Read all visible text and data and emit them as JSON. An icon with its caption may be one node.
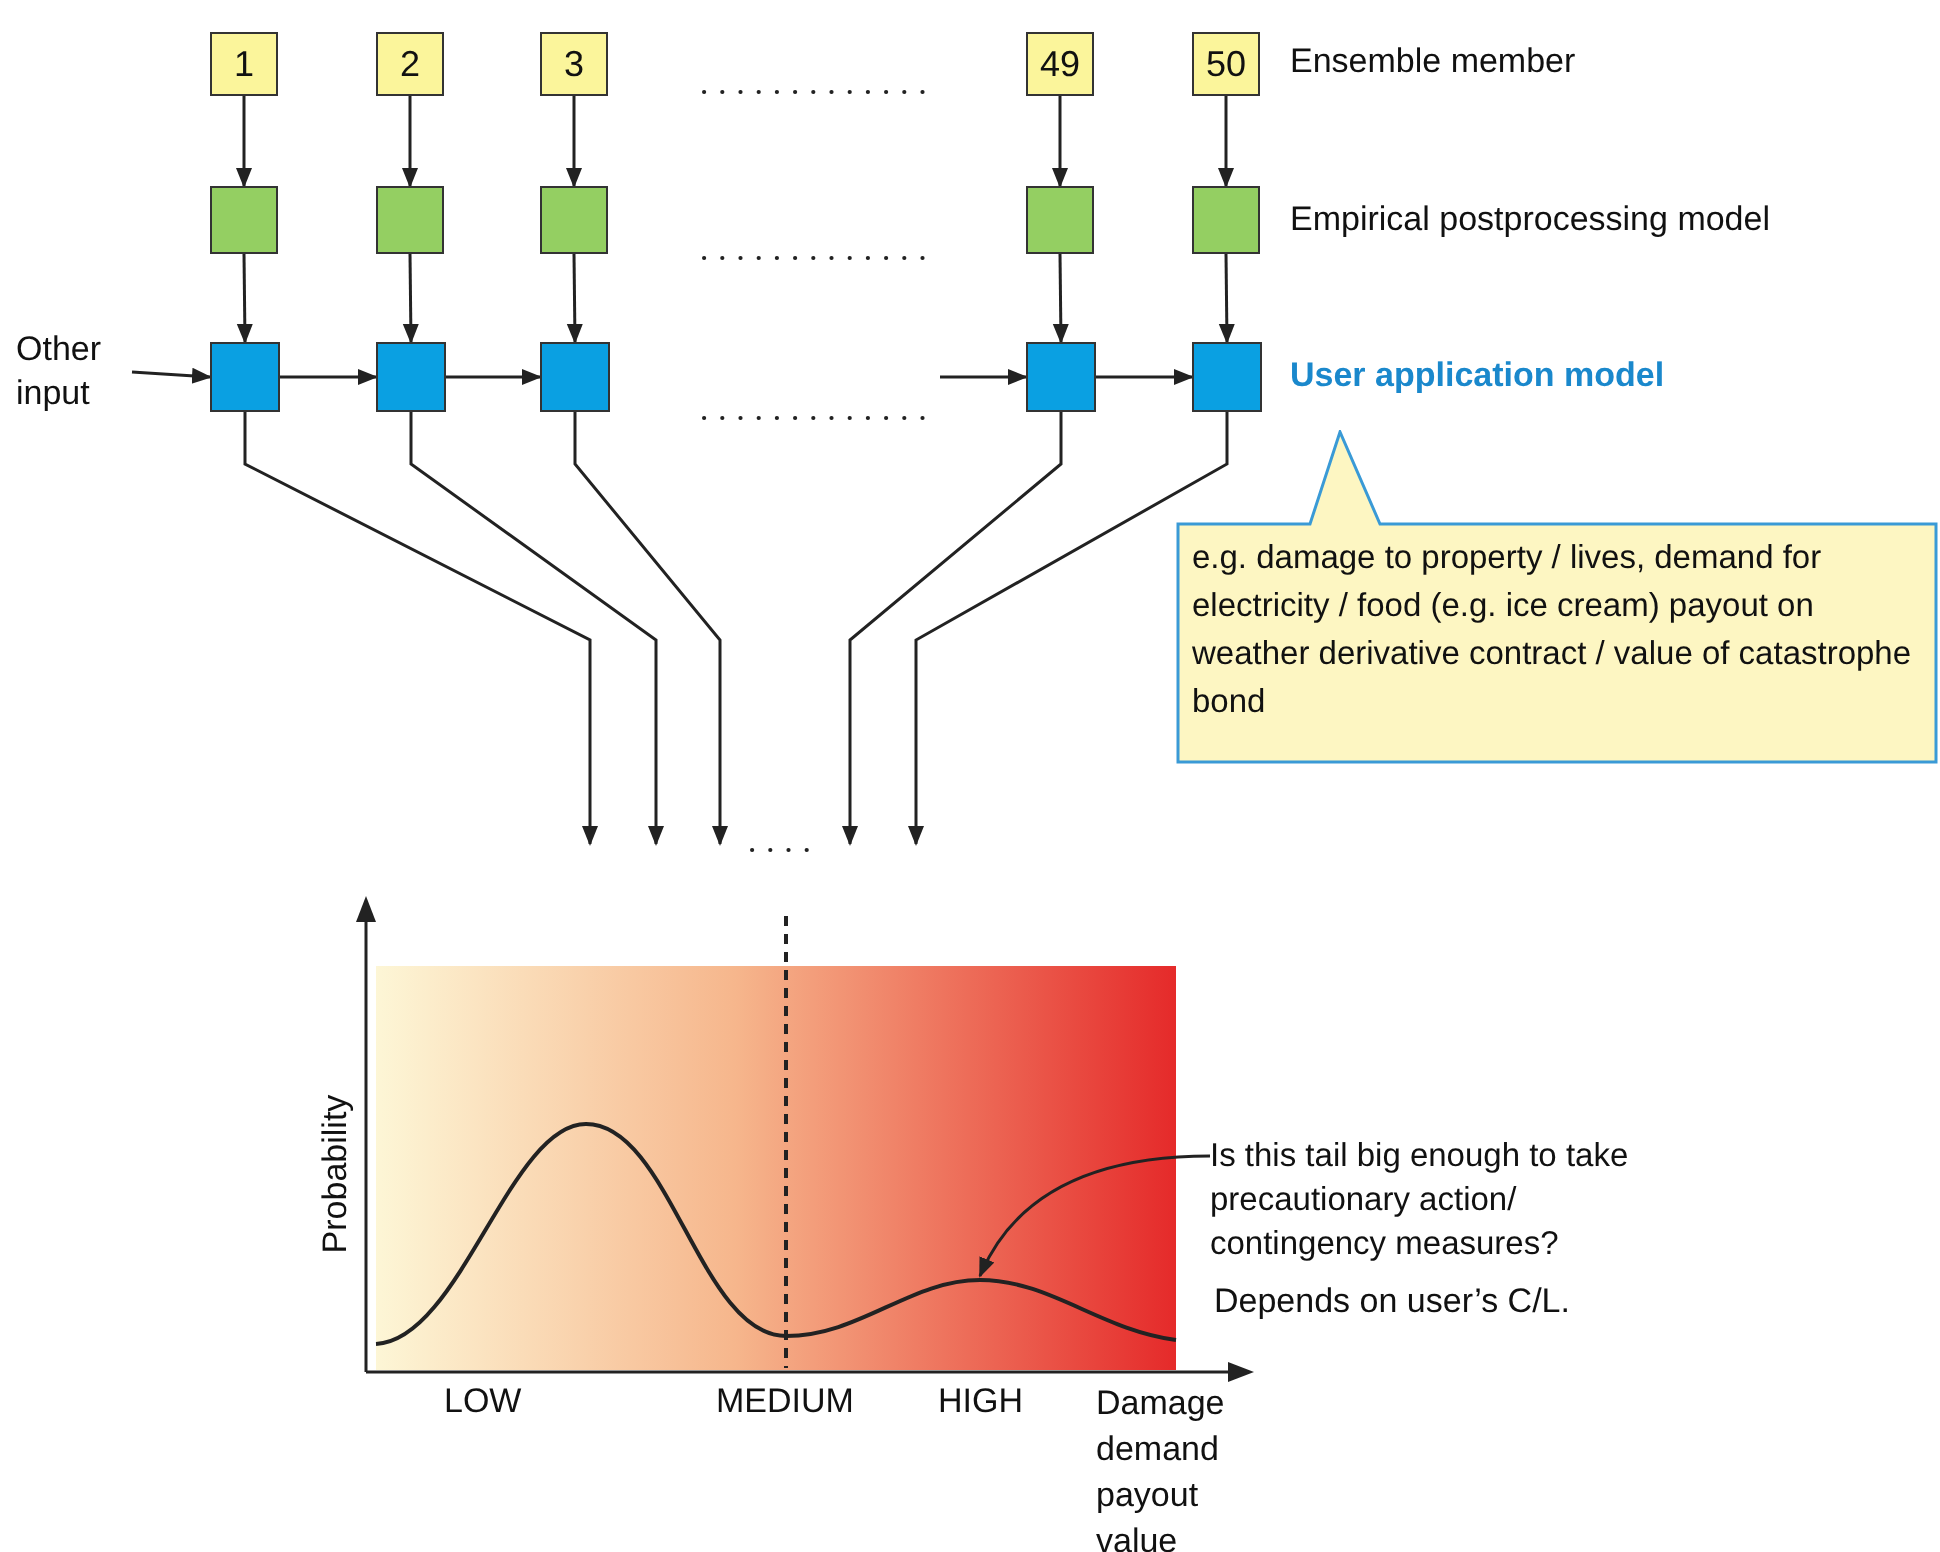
{
  "diagram": {
    "nodes": [
      {
        "text": [
          "1"
        ]
      },
      {
        "text": [
          "2"
        ]
      },
      {
        "text": [
          "3"
        ]
      },
      {
        "text": [
          "49"
        ]
      },
      {
        "text": [
          "50"
        ]
      },
      {
        "text": [],
        "shape": "box"
      },
      {
        "text": [],
        "shape": "box"
      },
      {
        "text": [],
        "shape": "box"
      },
      {
        "text": [],
        "shape": "box"
      },
      {
        "text": [],
        "shape": "box"
      },
      {
        "text": [
          "Other input"
        ]
      },
      {
        "text": [],
        "shape": "box"
      },
      {
        "text": [],
        "shape": "box"
      },
      {
        "text": [],
        "shape": "box"
      },
      {
        "text": [],
        "shape": "box"
      },
      {
        "text": [],
        "shape": "box"
      },
      {
        "text": [
          "e.g. damage to property / lives, demand for electricity / food (e.g. ice cream) payout on weather derivative contract / value of catastrophe bond"
        ]
      },
      {
        "text": [],
        "shape": "picture",
        "beside": [
          "Probability",
          "LOW",
          "MEDIUM",
          "HIGH",
          "Damage demand payout value"
        ]
      },
      {
        "text": [
          "Is this tail big enough to take precautionary action/ contingency measures?"
        ]
      },
      {
        "text": [],
        "shape": "curve",
        "in": 17
      }
    ],
    "edges": [
      {
        "from": 0,
        "to": 5,
        "arrow": "to"
      },
      {
        "from": 1,
        "to": 6,
        "arrow": "to"
      },
      {
        "from": 2,
        "to": 7,
        "arrow": "to"
      },
      {
        "from": 3,
        "to": 8,
        "arrow": "to"
      },
      {
        "from": 4,
        "to": 9,
        "arrow": "to"
      },
      {
        "from": 5,
        "to": 11,
        "arrow": "to"
      },
      {
        "from": 6,
        "to": 12,
        "arrow": "to"
      },
      {
        "from": 7,
        "to": 13,
        "arrow": "to"
      },
      {
        "from": 8,
        "to": 14,
        "arrow": "to"
      },
      {
        "from": 9,
        "to": 15,
        "arrow": "to"
      },
      {
        "from": 10,
        "to": 11,
        "arrow": "to"
      },
      {
        "from": 11,
        "to": 12,
        "arrow": "to"
      },
      {
        "from": 12,
        "to": 13,
        "arrow": "to"
      },
      {
        "from": null,
        "to": 14,
        "arrow": "to"
      },
      {
        "from": 14,
        "to": 15,
        "arrow": "to"
      },
      {
        "from": 11,
        "to": 17,
        "arrow": "to"
      },
      {
        "from": 12,
        "to": 17,
        "arrow": "to"
      },
      {
        "from": 13,
        "to": 17,
        "arrow": "to"
      },
      {
        "from": 14,
        "to": 17,
        "arrow": "to"
      },
      {
        "from": 15,
        "to": 17,
        "arrow": "to"
      },
      {
        "from": 18,
        "to": 19,
        "arrow": "to"
      }
    ],
    "labels": [
      "Ensemble member",
      "Empirical postprocessing model",
      "User application model",
      "Depends on user’s C/L."
    ]
  }
}
